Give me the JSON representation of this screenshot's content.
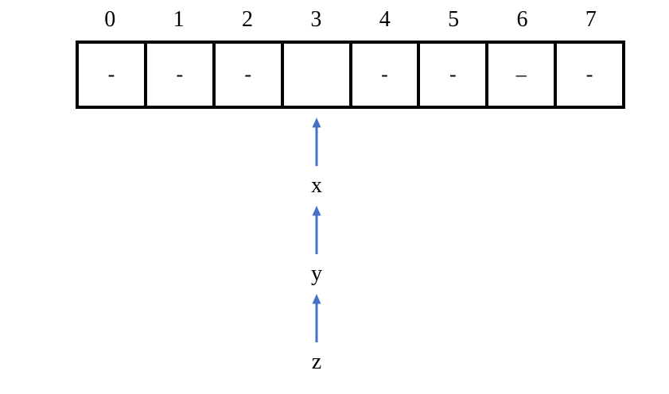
{
  "array": {
    "indices": [
      "0",
      "1",
      "2",
      "3",
      "4",
      "5",
      "6",
      "7"
    ],
    "cells": [
      "-",
      "-",
      "-",
      "",
      "-",
      "-",
      "–",
      "-"
    ]
  },
  "pointers": [
    {
      "label": "x"
    },
    {
      "label": "y"
    },
    {
      "label": "z"
    }
  ],
  "colors": {
    "arrow": "#4472C4",
    "border": "#000000",
    "background": "#FFFFFF",
    "text": "#000000"
  }
}
